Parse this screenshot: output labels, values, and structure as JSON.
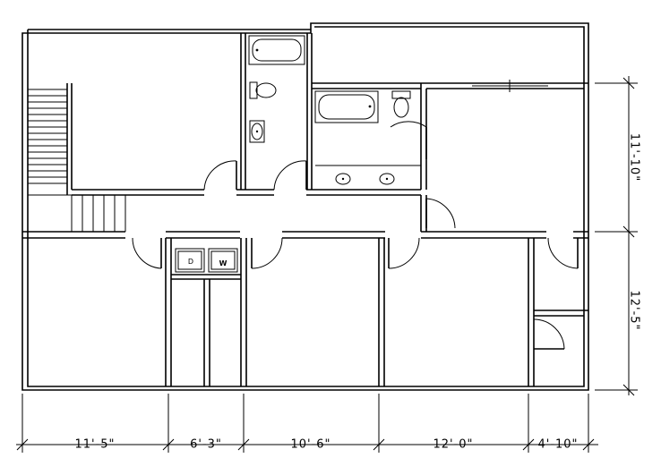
{
  "dimensions": {
    "bottom": [
      "11'-5\"",
      "6'-3\"",
      "10'-6\"",
      "12'-0\"",
      "4'-10\""
    ],
    "right": [
      "11'-10\"",
      "12'-5\""
    ]
  },
  "appliances": {
    "dryer_label": "D",
    "washer_label": "W"
  }
}
